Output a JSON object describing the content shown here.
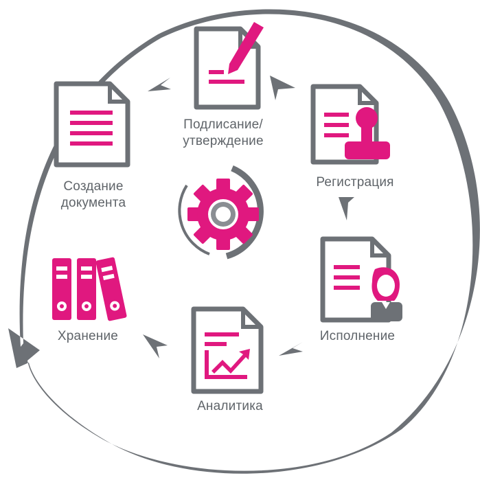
{
  "colors": {
    "accent": "#e0187f",
    "gray": "#6d7176",
    "outline": "#6d7176",
    "label": "#5f6469",
    "background": "#ffffff"
  },
  "steps": [
    {
      "id": "create",
      "icon": "document-icon",
      "lines": [
        "Создание",
        "документа"
      ]
    },
    {
      "id": "sign",
      "icon": "signing-pen-icon",
      "lines": [
        "Подлисание/",
        "утверждение"
      ]
    },
    {
      "id": "register",
      "icon": "stamp-icon",
      "lines": [
        "Регистрация"
      ]
    },
    {
      "id": "execute",
      "icon": "assignee-icon",
      "lines": [
        "Исполнение"
      ]
    },
    {
      "id": "analytics",
      "icon": "chart-icon",
      "lines": [
        "Аналитика"
      ]
    },
    {
      "id": "storage",
      "icon": "binders-icon",
      "lines": [
        "Хранение"
      ]
    }
  ],
  "center": {
    "icon": "gear-icon"
  }
}
